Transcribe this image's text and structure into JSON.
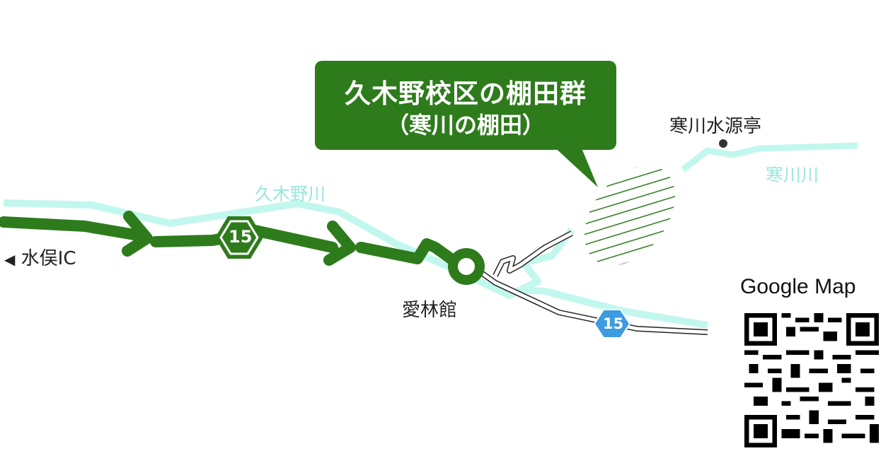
{
  "callout": {
    "title": "久木野校区の棚田群",
    "subtitle": "（寒川の棚田）"
  },
  "labels": {
    "minamata_ic": "水俣IC",
    "minamata_arrow": "◀",
    "kugino_river": "久木野川",
    "airinkan": "愛林館",
    "sagawa_suigentei": "寒川水源亭",
    "sagawa_river": "寒川川"
  },
  "route_badges": [
    {
      "number": "15",
      "style": "green",
      "color": "#2e7b1c"
    },
    {
      "number": "15",
      "style": "blue",
      "color": "#3d9be0"
    }
  ],
  "qr": {
    "title": "Google Map"
  },
  "colors": {
    "route_green": "#2e7b1c",
    "river": "#c2f7ee",
    "road_outline": "#222222",
    "badge_blue": "#3d9be0"
  }
}
